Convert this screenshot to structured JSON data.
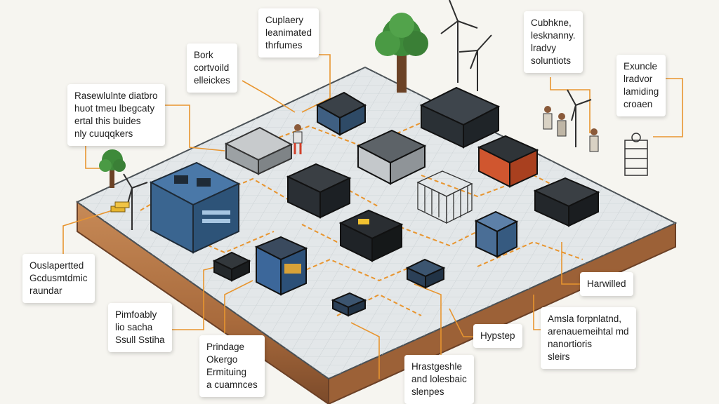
{
  "callouts": [
    {
      "id": "top-center",
      "lines": [
        "Cuplaery",
        "leanimated",
        "thrfumes"
      ]
    },
    {
      "id": "upper-left-mid",
      "lines": [
        "Bork",
        "cortvoild",
        "elleickes"
      ]
    },
    {
      "id": "left-top",
      "lines": [
        "Rasewlulnte diatbro",
        "huot tmeu lbegcaty",
        "ertal this buides",
        "nly cuuqqkers"
      ]
    },
    {
      "id": "top-right",
      "lines": [
        "Cubhkne,",
        "lesknanny.",
        "lradvy",
        "soluntiots"
      ]
    },
    {
      "id": "far-right",
      "lines": [
        "Exuncle",
        "lradvor",
        "lamiding",
        "croaen"
      ]
    },
    {
      "id": "left-mid",
      "lines": [
        "Ouslapertted",
        "Gcdusmtdmic",
        "raundar"
      ]
    },
    {
      "id": "left-lower",
      "lines": [
        "Pimfoably",
        "lio sacha",
        "Ssull Sstiha"
      ]
    },
    {
      "id": "bottom-left",
      "lines": [
        "Prindage",
        "Okergo",
        "Ermituing",
        "a cuamnces"
      ]
    },
    {
      "id": "bottom-center",
      "lines": [
        "Hrastgeshle",
        "and lolesbaic",
        "slenpes"
      ]
    },
    {
      "id": "center-right",
      "lines": [
        "Hypstep"
      ]
    },
    {
      "id": "right-mid",
      "lines": [
        "Harwilled"
      ]
    },
    {
      "id": "right-lower",
      "lines": [
        "Amsla forpnlatnd,",
        "arenauemeihtal md",
        "nanortioris",
        "sleirs"
      ]
    }
  ],
  "colors": {
    "background": "#f6f5f0",
    "platform_top": "#e2e6e8",
    "grid_line": "#c9cfd2",
    "soil_outer": "#b97c4b",
    "soil_inner": "#8c5a35",
    "connector": "#e8952f"
  }
}
